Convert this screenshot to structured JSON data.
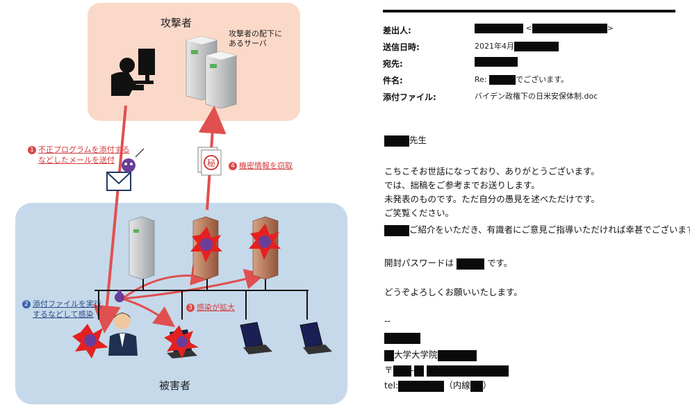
{
  "diagram": {
    "attacker_title": "攻撃者",
    "server_note": [
      "攻撃者の配下に",
      "あるサーバ"
    ],
    "victim_title": "被害者",
    "steps": {
      "s1": {
        "num": "1",
        "lines": [
          "不正プログラムを添付する",
          "などしたメールを送付"
        ]
      },
      "s2": {
        "num": "2",
        "lines": [
          "添付ファイルを実行",
          "するなどして感染"
        ]
      },
      "s3": {
        "num": "3",
        "text": "感染が拡大"
      },
      "s4": {
        "num": "4",
        "text": "機密情報を窃取"
      }
    },
    "secret_mark": "秘",
    "colors": {
      "attack_arrow": "#e05050",
      "attacker_bg": "#fbd9c9",
      "victim_bg": "#c5d9ea"
    }
  },
  "email": {
    "headers": {
      "from_label": "差出人:",
      "date_label": "送信日時:",
      "date_value": "2021年4月",
      "to_label": "宛先:",
      "subject_label": "件名:",
      "subject_prefix": "Re:",
      "subject_suffix": "でございます。",
      "attach_label": "添付ファイル:",
      "attach_value": "バイデン政権下の日米安保体制.doc"
    },
    "salutation_suffix": "先生",
    "body": {
      "l1": "こちこそお世話になっており、ありがとうございます。",
      "l2": "では、拙稿をご参考までお送りします。",
      "l3": "未発表のものです。ただ自分の愚見を述べただけです。",
      "l4": "ご笑覧ください。",
      "l5": "ご紹介をいただき、有識者にご意見ご指導いただければ幸甚でございます。",
      "pw_prefix": "開封パスワードは",
      "pw_suffix": "です。",
      "closing": "どうぞよろしくお願いいたします。"
    },
    "signature": {
      "dashes": "--",
      "univ": "大学大学院",
      "postal": "〒",
      "tel": "tel:",
      "ext_open": "（内線",
      "ext_close": "）"
    }
  }
}
